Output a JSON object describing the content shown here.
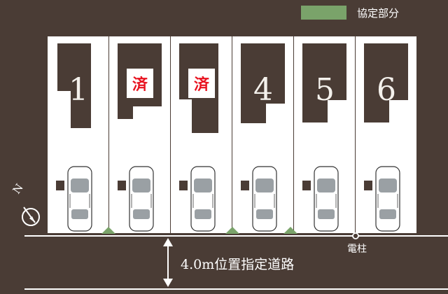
{
  "legend": {
    "label": "協定部分",
    "color": "#7aa36a"
  },
  "lots": [
    {
      "label": "1",
      "sold": false
    },
    {
      "label": "済",
      "sold": true
    },
    {
      "label": "済",
      "sold": true
    },
    {
      "label": "4",
      "sold": false
    },
    {
      "label": "5",
      "sold": false
    },
    {
      "label": "6",
      "sold": false
    }
  ],
  "road": {
    "label": "4.0m位置指定道路"
  },
  "pole": {
    "label": "電柱"
  },
  "compass": {
    "label": "N"
  },
  "colors": {
    "background": "#4a3c35",
    "lot": "#ffffff",
    "sold_mark": "#e8121f",
    "agreement": "#7aa36a"
  }
}
